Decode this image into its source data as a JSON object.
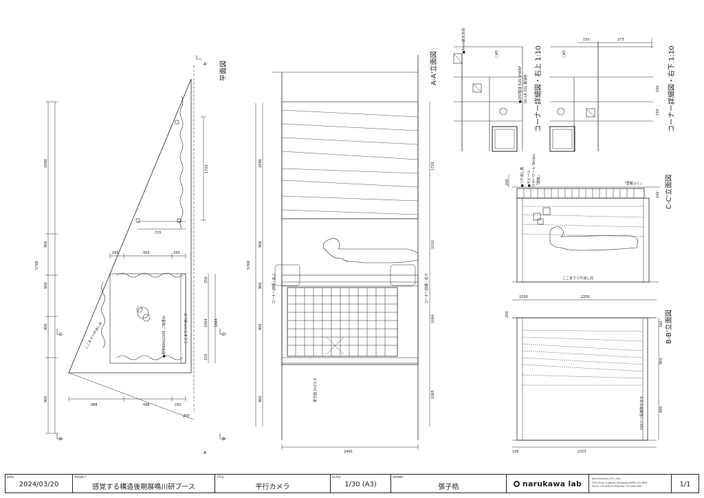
{
  "views": {
    "plan": "平面図",
    "elev_aa": "A-A'立面図",
    "corner_ur": "コーナー詳細図・右上 1:10",
    "corner_lr": "コーナー詳細図・右下 1:10",
    "elev_cc": "C-C'立面図",
    "elev_bb": "B-B'立面図"
  },
  "markers": {
    "a": "A",
    "a2": "A'",
    "b": "B",
    "b2": "B'",
    "c": "C",
    "c2": "C'"
  },
  "plan_dims": {
    "total": "5768",
    "v": [
      "2090",
      "906",
      "906",
      "906",
      "960"
    ],
    "top": [
      "185",
      "950",
      "160"
    ],
    "d725": "725",
    "d1720": "1720",
    "d1064": "1064",
    "d1664": "1664",
    "d150a": "150",
    "d150b": "150",
    "bottom": [
      "988",
      "096",
      "160"
    ],
    "d200": "200"
  },
  "plan_notes": {
    "n1": "ここまでつや消し白",
    "n2": "●照明800x2200 二枚重ね",
    "n3": "ここまでつや消し白"
  },
  "aa_dims": {
    "total": "5768",
    "v": [
      "2090",
      "906",
      "906",
      "906",
      "960"
    ],
    "r": [
      "1720",
      "1010",
      "1664",
      "1065"
    ],
    "w2400": "2400"
  },
  "aa_notes": {
    "corner_ul": "コーナー詳細・右上",
    "corner_ll": "コーナー詳細・右下",
    "grid": "置き面 2x2マス"
  },
  "detail_notes": {
    "ceiling": "●9mm鋼天井材",
    "d45a": "□45",
    "d45b": "□45",
    "led1": "●LED電球 E26 SHARP",
    "led2": "DL-LA 32L 電球色",
    "d150": "150",
    "d273": "273",
    "d150b": "150",
    "d150c": "150"
  },
  "cc": {
    "d200": "200",
    "n1": "●つや消し黒",
    "n2": "●モビール",
    "n3": "マサーワール-Tempo",
    "n4": "「闇夜」",
    "n5": "「壁紙ぶく」",
    "d160": "160",
    "bottom": "ここまでつや消し白"
  },
  "bb": {
    "d200": "2200",
    "d2200": "2200",
    "d200b": "200",
    "d160": "160",
    "d950": "950",
    "d895": "895",
    "d2325": "2325",
    "d106": "106",
    "note": "100ミリ程度隙を切る"
  },
  "title_block": {
    "date_key": "DATE",
    "date": "2024/03/20",
    "project_key": "PROJECT",
    "project": "感覚する構造後期展鳴川研ブース",
    "title_key": "TITLE",
    "title": "平行カメラ",
    "scale_key": "SCALE",
    "scale": "1/30 (A3)",
    "drawn_key": "DRAWN",
    "drawn": "張子皓",
    "logo": "narukawa lab",
    "addr1": "Keio University SFC ι-403",
    "addr2": "5322 Endo, Fujisawa, Kanagawa JAPAN 252-0882",
    "addr3": "Phone +81-466-49-3400    Fax +81-466-3590",
    "sheet": "1/1"
  }
}
